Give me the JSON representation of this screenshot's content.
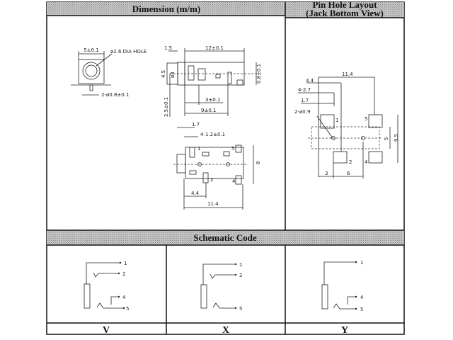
{
  "headers": {
    "dimension": "Dimension (m/m)",
    "pin_layout_line1": "Pin Hole Layout",
    "pin_layout_line2": "(Jack Bottom View)",
    "schematic": "Schematic Code"
  },
  "front_view": {
    "width": "5±0.1",
    "hole": "ø2.6 DIA HOLE",
    "pins": "2-ø0.8±0.1"
  },
  "side_view": {
    "d1": "1.5",
    "length": "12±0.1",
    "height": "4.5",
    "dia": "ø4",
    "d2": "0.8±0.1",
    "d3": "2.5±0.1",
    "d4": "3±0.1",
    "d5": "9±0.1"
  },
  "bottom_view": {
    "d1": "1.7",
    "d2": "4-1.2±0.1",
    "d3": "8",
    "d4": "4.4",
    "d5": "11.4",
    "pin1": "1",
    "pin2": "2",
    "pin4": "4",
    "pin5": "5"
  },
  "pin_hole": {
    "d1": "11.4",
    "d2": "4.4",
    "d3": "4-2.7",
    "d4": "1.7",
    "d5": "2-ø0.9",
    "d6": "5",
    "d7": "9.5",
    "d8": "3",
    "d9": "6",
    "pin1": "1",
    "pin2": "2",
    "pin4": "4",
    "pin5": "5"
  },
  "schematics": [
    {
      "code": "V",
      "p1": "1",
      "p2": "2",
      "p4": "4",
      "p5": "5"
    },
    {
      "code": "X",
      "p1": "1",
      "p2": "2",
      "p5": "5"
    },
    {
      "code": "Y",
      "p1": "1",
      "p4": "4",
      "p5": "5"
    }
  ],
  "colors": {
    "header_bg": "#b8b8b8",
    "line": "#222222"
  }
}
